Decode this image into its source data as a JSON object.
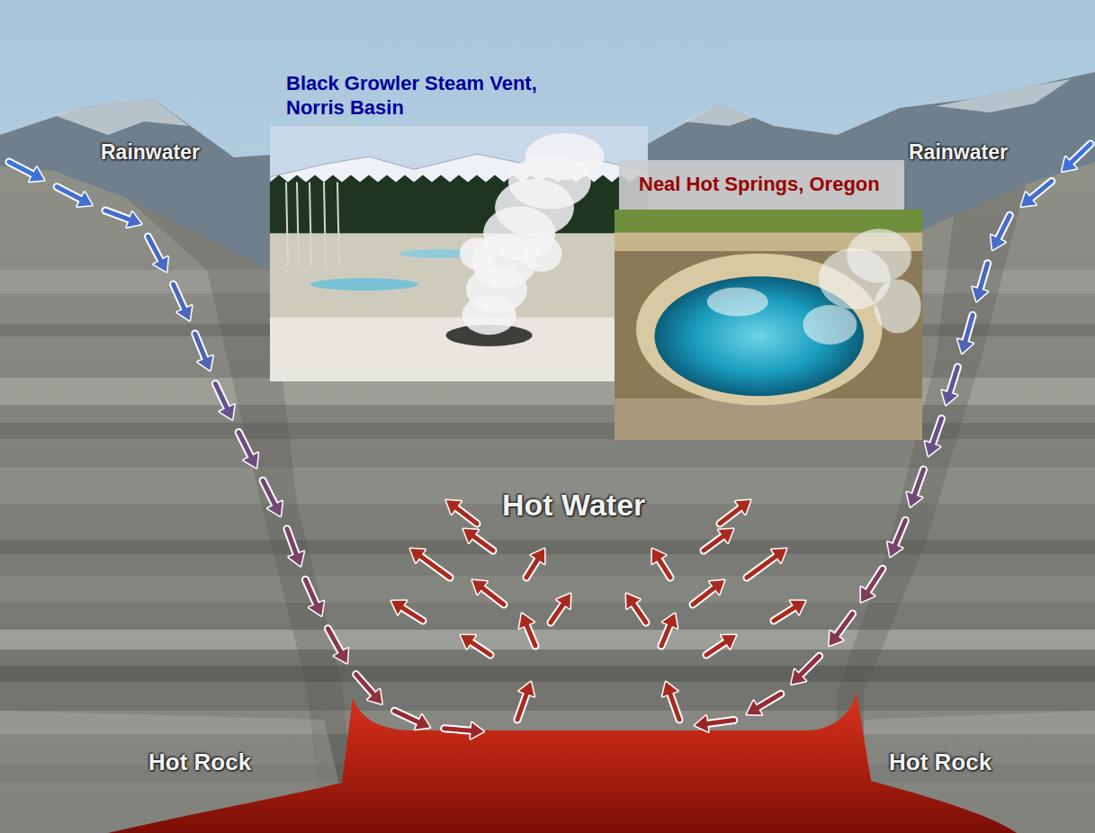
{
  "diagram": {
    "nodes": [
      {
        "text": [
          "Black Growler Steam Vent, Norris Basin"
        ]
      },
      {
        "text": [
          "Neal Hot Springs, Oregon"
        ]
      }
    ],
    "labels": [
      "Rainwater",
      "Rainwater",
      "Hot Water",
      "Hot Rock",
      "Hot Rock"
    ]
  }
}
